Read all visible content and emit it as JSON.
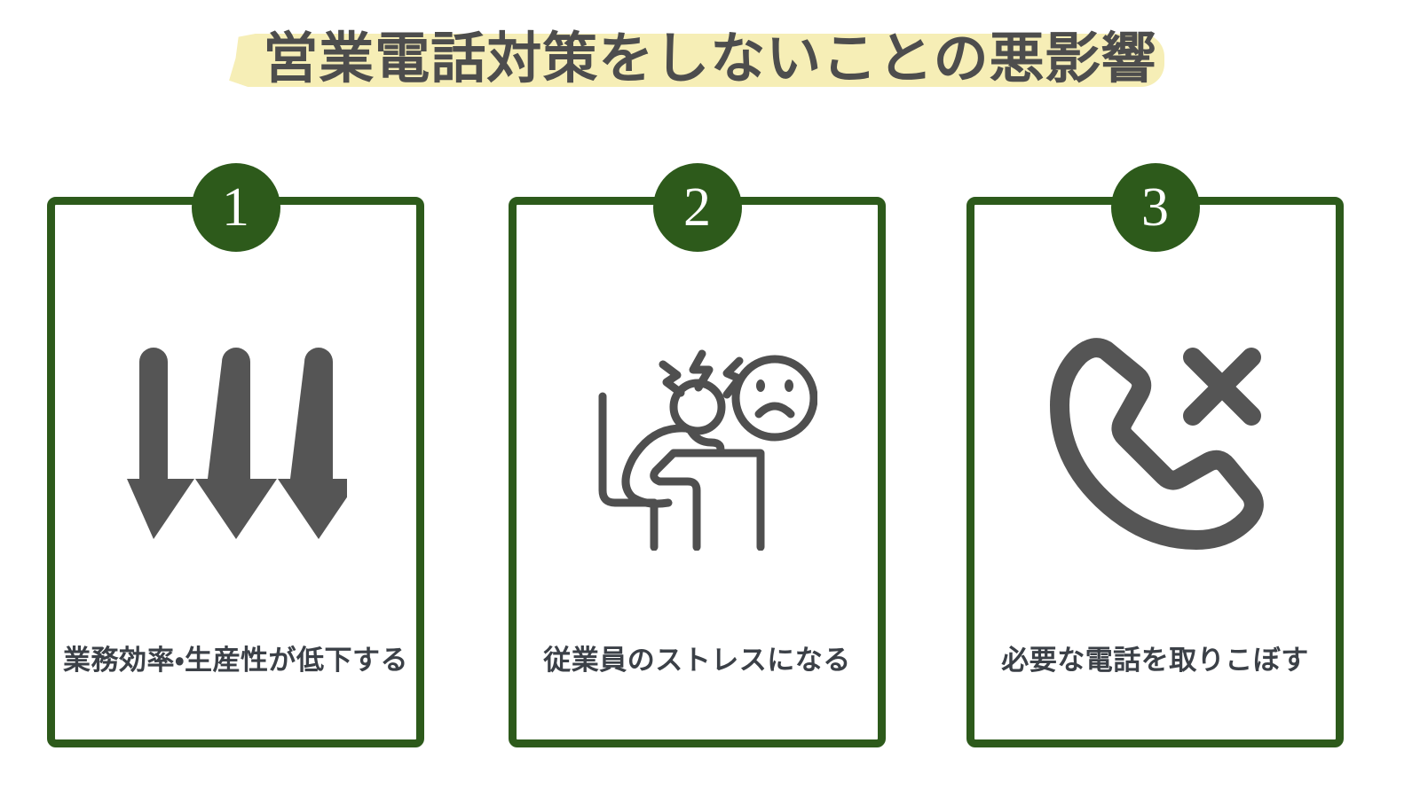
{
  "page": {
    "background_color": "#ffffff",
    "title": "営業電話対策をしないことの悪影響",
    "title_color": "#4d4d4d",
    "highlight_color": "#f6eeb6",
    "accent_color": "#2d5a1b",
    "icon_color": "#555555",
    "label_color": "#3b4047"
  },
  "cards": [
    {
      "number": "1",
      "label": "業務効率・生産性が低下する",
      "icon": "three-down-arrows-icon"
    },
    {
      "number": "2",
      "label": "従業員のストレスになる",
      "icon": "stressed-person-at-desk-icon"
    },
    {
      "number": "3",
      "label": "必要な電話を取りこぼす",
      "icon": "missed-phone-call-icon"
    }
  ]
}
